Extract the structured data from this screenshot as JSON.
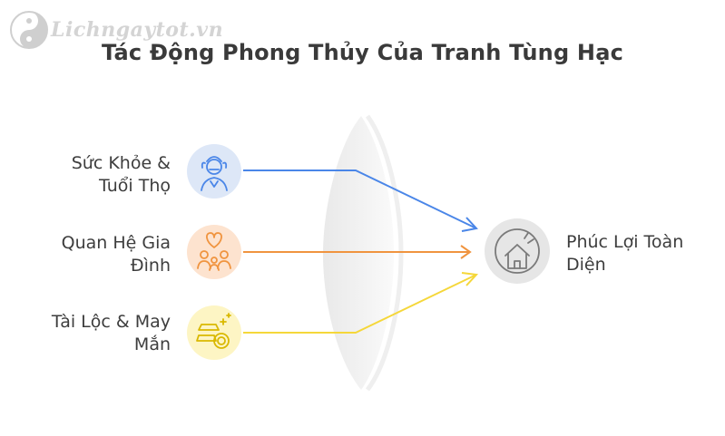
{
  "watermark": {
    "text": "Lichngaytot.vn"
  },
  "title": "Tác Động Phong Thủy Của Tranh Tùng Hạc",
  "inputs": [
    {
      "line1": "Sức Khỏe &",
      "line2": "Tuổi Thọ",
      "icon": "elderly-person-icon",
      "color": "#4a86e8",
      "bg": "#dde7f7"
    },
    {
      "line1": "Quan Hệ Gia",
      "line2": "Đình",
      "icon": "family-heart-icon",
      "color": "#f0943f",
      "bg": "#fde3cf"
    },
    {
      "line1": "Tài Lộc & May",
      "line2": "Mắn",
      "icon": "gold-coins-icon",
      "color": "#f5d73a",
      "bg": "#fdf5c4"
    }
  ],
  "output": {
    "line1": "Phúc Lợi Toàn",
    "line2": "Diện",
    "icon": "house-heart-icon",
    "bg": "#e6e6e6"
  }
}
